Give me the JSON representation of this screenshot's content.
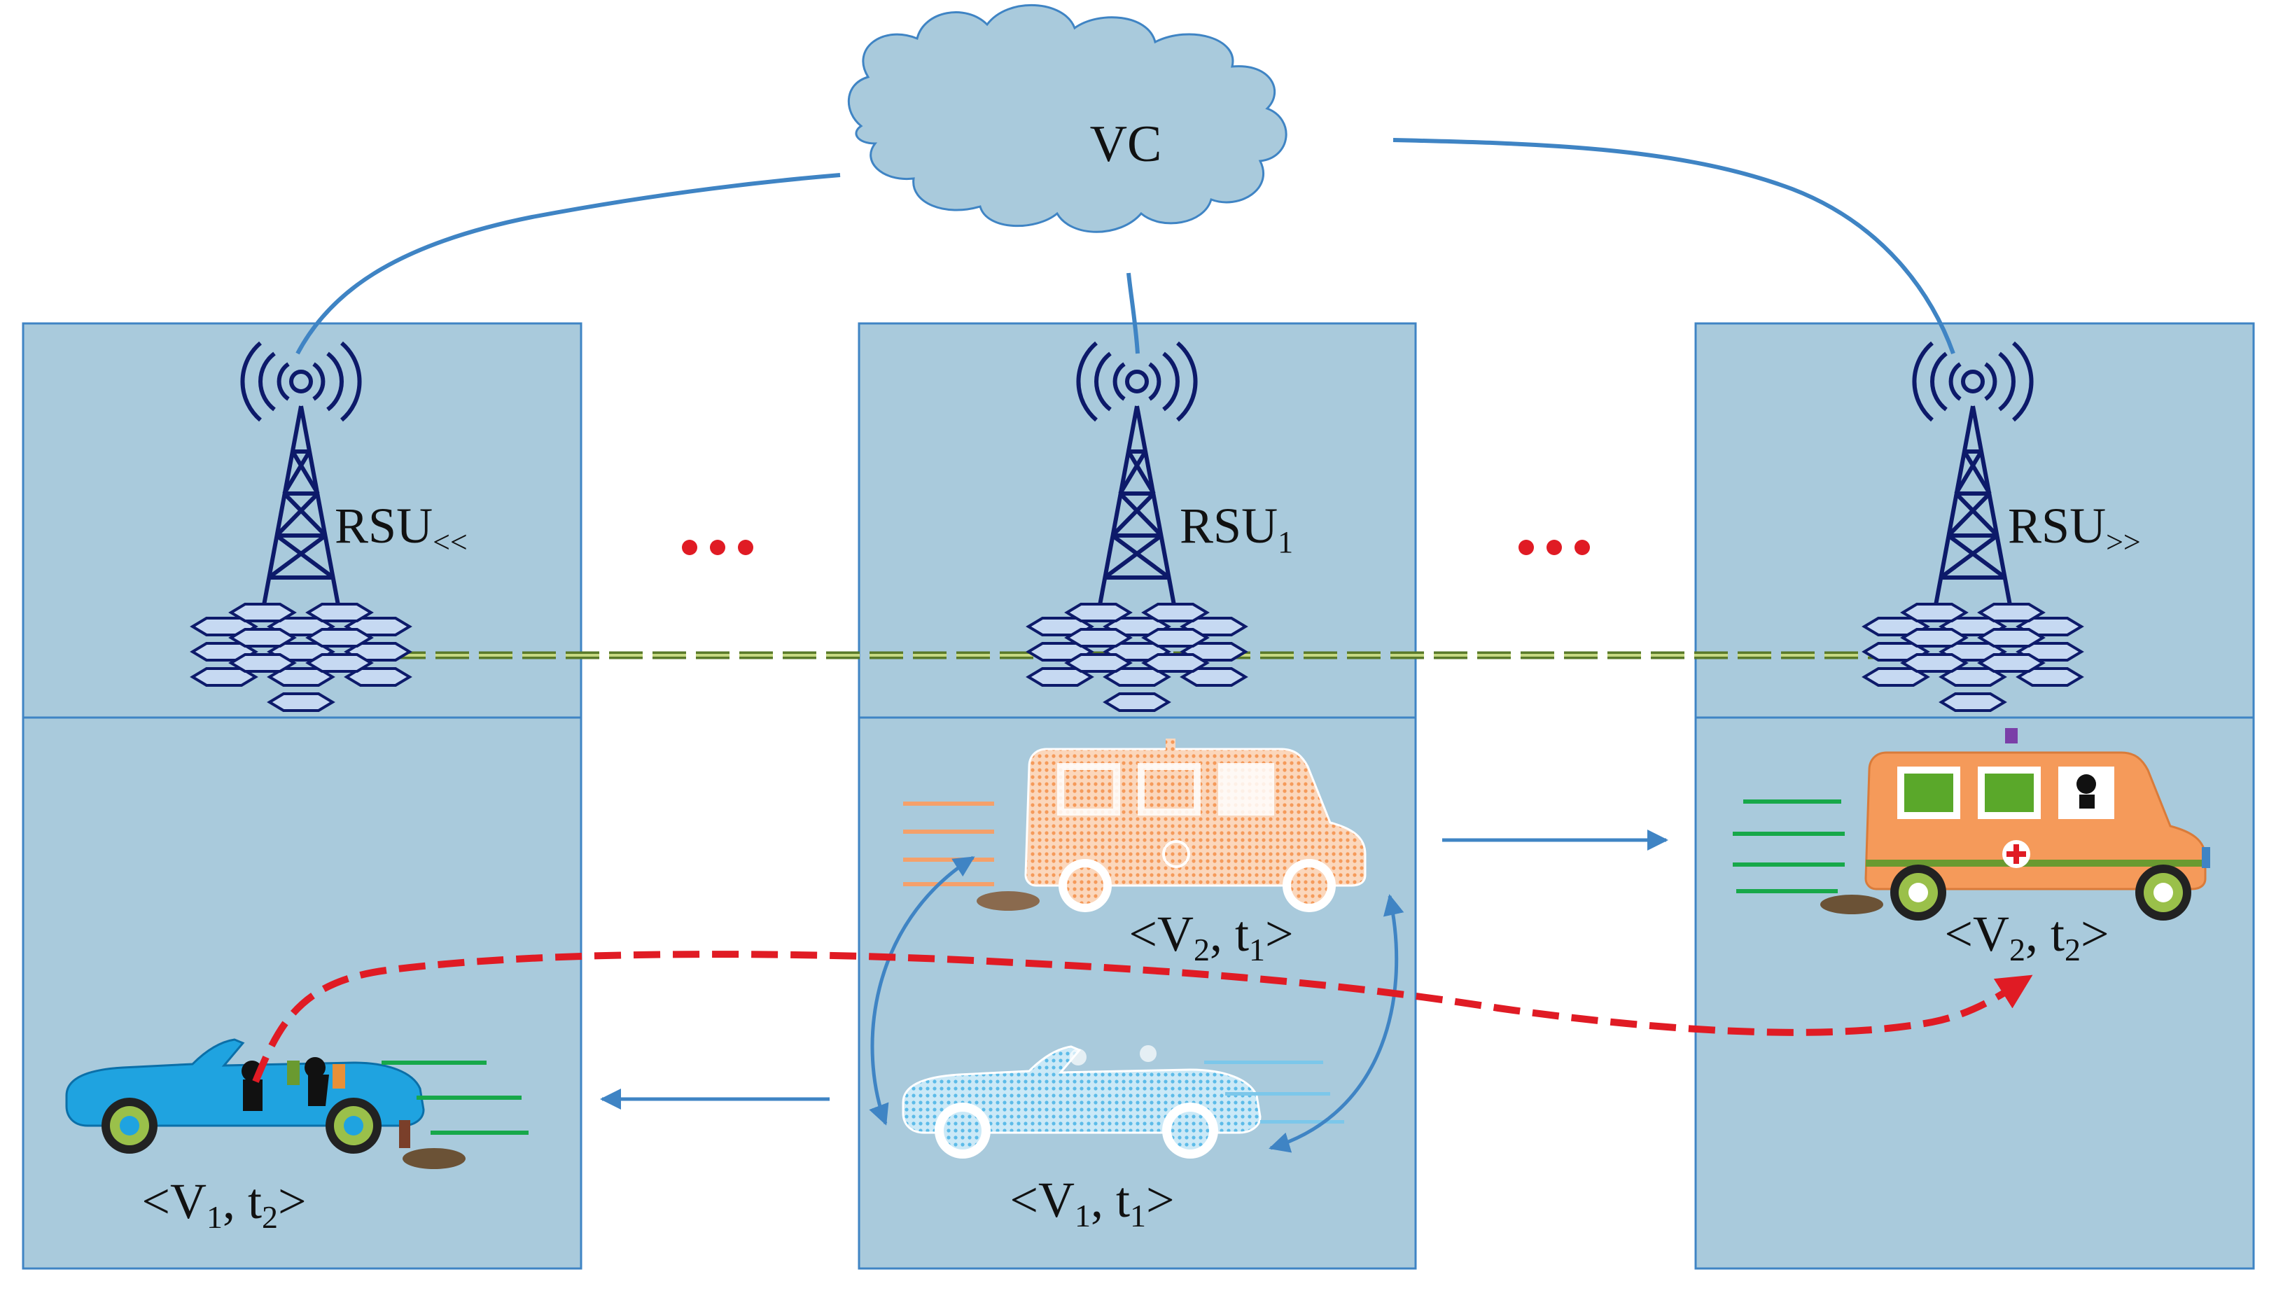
{
  "cloud": {
    "label": "VC"
  },
  "rsus": [
    {
      "name": "RSU",
      "sub": "<<"
    },
    {
      "name": "RSU",
      "sub": "1"
    },
    {
      "name": "RSU",
      "sub": ">>"
    }
  ],
  "ellipses": [
    "•••",
    "•••"
  ],
  "vehicles": {
    "v1_t2": {
      "pre": "<V",
      "sub1": "1",
      "mid": ", t",
      "sub2": "2",
      "post": ">"
    },
    "v1_t1": {
      "pre": "<V",
      "sub1": "1",
      "mid": ", t",
      "sub2": "1",
      "post": ">"
    },
    "v2_t1": {
      "pre": "<V",
      "sub1": "2",
      "mid": ", t",
      "sub2": "1",
      "post": ">"
    },
    "v2_t2": {
      "pre": "<V",
      "sub1": "2",
      "mid": ", t",
      "sub2": "2",
      "post": ">"
    }
  },
  "colors": {
    "panel_fill": "#a9cadc",
    "panel_stroke": "#3f84c4",
    "cloud_fill": "#a9cadc",
    "link_line": "#3f84c4",
    "dashed_green": "#5a7a2a",
    "dashed_red": "#e01b24",
    "ellipsis_red": "#e01b24",
    "tower": "#0d1a6a",
    "car_blue": "#1fa3e0",
    "ambulance_orange": "#f59a5a",
    "speed_green": "#17a84a",
    "speed_orange": "#f5a06a",
    "speed_blue": "#7cc7ea"
  }
}
